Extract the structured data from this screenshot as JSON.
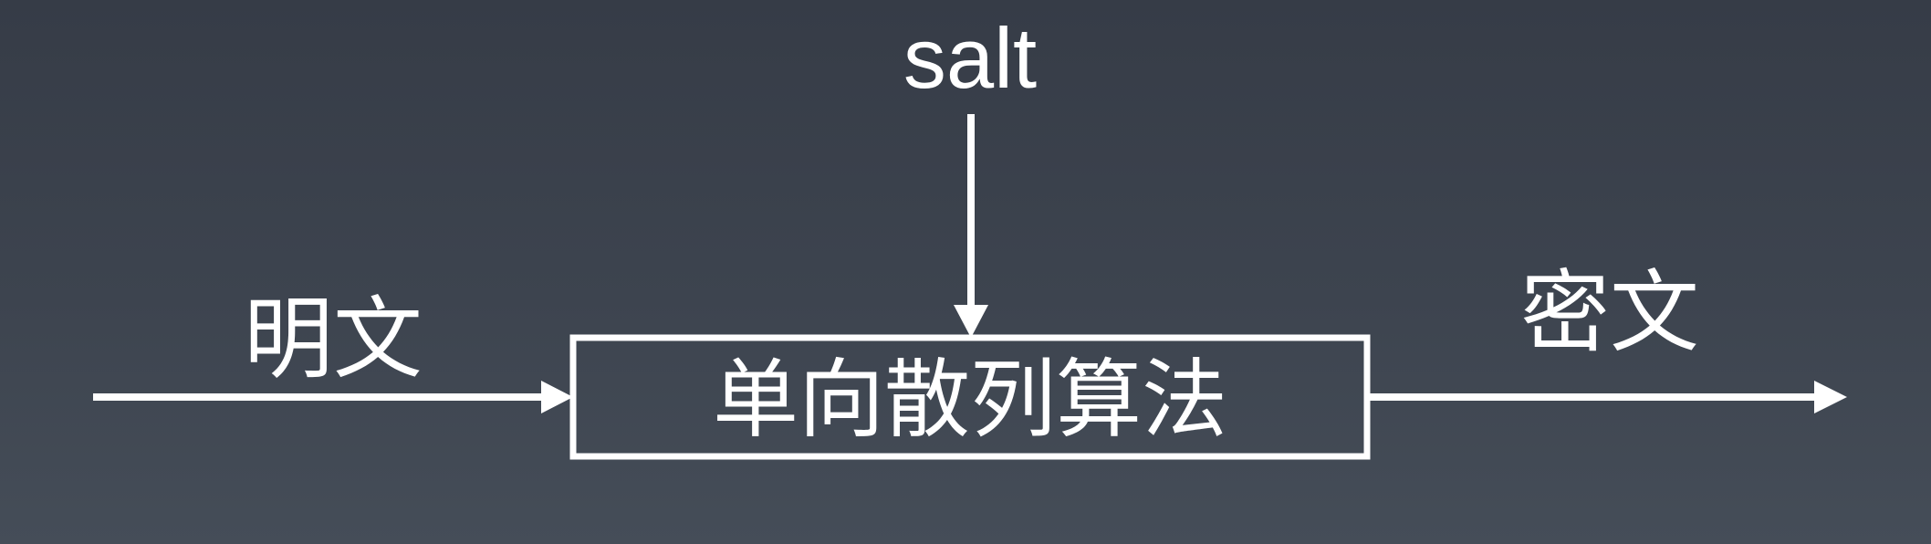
{
  "diagram": {
    "salt_label": "salt",
    "input_label": "明文",
    "process_label": "单向散列算法",
    "output_label": "密文",
    "colors": {
      "background_top": "#363c47",
      "background_bottom": "#454d58",
      "foreground": "#ffffff"
    }
  }
}
